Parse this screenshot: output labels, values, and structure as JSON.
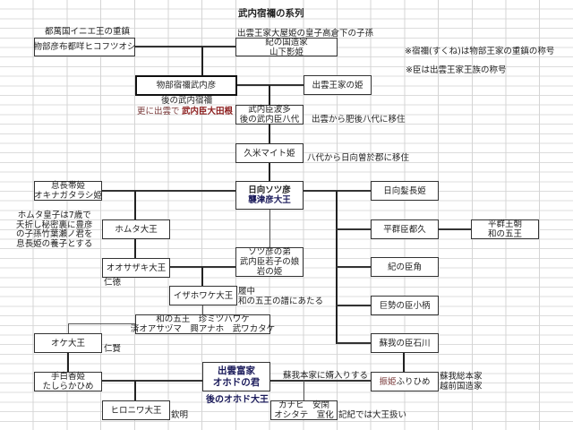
{
  "title": "武内宿禰の系列",
  "notes": {
    "sukune": "※宿禰(すくね)は物部王家の重鎮の称号",
    "omi": "※臣は出雲王家王族の称号"
  },
  "nodes": {
    "mononobe_hiko": {
      "above": "都萬国イニエ王の重鎮",
      "line1": "物部彦布都咩ヒコフツオシ"
    },
    "kinokuni": {
      "above": "出雲王家大屋姫の皇子高倉下の子孫",
      "line1": "紀の国造家",
      "line2": "山下影姫"
    },
    "takeuchi_hiko": {
      "line1": "物部宿禰武内彦",
      "below": "後の武内宿禰",
      "note_prefix": "更に出雲で",
      "note_name": "武内臣大田根"
    },
    "izumo_hime": {
      "line1": "出雲王家の姫"
    },
    "hata": {
      "line1": "武内臣波多",
      "line2": "後の武内臣八代",
      "side": "出雲から肥後八代に移住"
    },
    "kume": {
      "line1": "久米マイト姫",
      "side": "八代から日向曽於郡に移住"
    },
    "sotsuhiko": {
      "line1": "日向ソツ彦",
      "line2": "襲津彦大王"
    },
    "okinaga": {
      "line1": "息長帯姫",
      "line2": "オキナガタラシ姫"
    },
    "homuta_note": [
      "ホムタ皇子は7歳で",
      "夭折し秘密裏に豊彦",
      "の子孫竹葉瀬ノ君を",
      "息長姫の養子とする"
    ],
    "homuta": {
      "line1": "ホムタ大王"
    },
    "osazaki": {
      "line1": "オオサザキ大王",
      "side": "仁徳"
    },
    "iwa": {
      "line1": "ソツ彦の弟",
      "line2": "武内臣若子の娘",
      "line3": "岩の姫"
    },
    "izahowake": {
      "line1": "イザホワケ大王",
      "side1": "履中",
      "side2": "和の五王の譜にあたる"
    },
    "wa_five": {
      "line1": "和の五王　珍ミツハワケ",
      "line2": "済オアサヅマ　興アナホ　武ワカタケ"
    },
    "oke": {
      "line1": "オケ大王",
      "side": "仁賢"
    },
    "tashiraka": {
      "line1": "手白香姫",
      "line2": "たしらかひめ"
    },
    "hironiwa": {
      "line1": "ヒロニワ大王",
      "side": "欽明"
    },
    "ohodo": {
      "line1": "出雲富家",
      "line2": "オホドの君",
      "below": "後のオホド大王"
    },
    "kamigami": {
      "line1": "日向髪長姫"
    },
    "heguri": {
      "line1": "平群臣都久"
    },
    "heguri_dyn": {
      "line1": "平群王朝",
      "line2": "和の五王"
    },
    "tsuno": {
      "line1": "紀の臣角"
    },
    "kose": {
      "line1": "巨勢の臣小柄"
    },
    "soga": {
      "line1": "蘇我の臣石川"
    },
    "furi": {
      "name_kanji": "振姫",
      "name_kana": "ふりひめ",
      "side1": "蘇我総本家",
      "side2": "越前国造家"
    },
    "marriage_note": "蘇我本家に婿入りする",
    "kanahi": {
      "line1": "カナヒ　安閑",
      "line2": "オシタテ　宣化",
      "side": "記紀では大王扱い"
    }
  }
}
